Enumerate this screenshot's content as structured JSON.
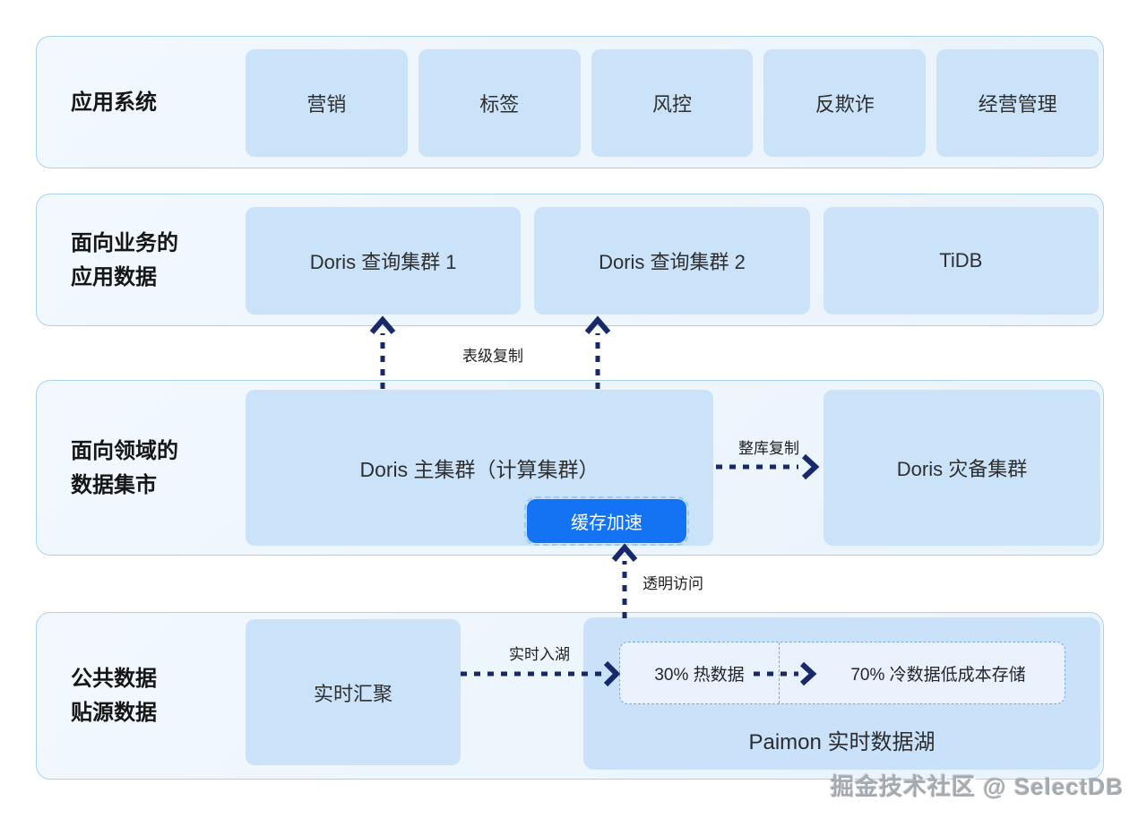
{
  "colors": {
    "accent_blue": "#1373f2",
    "arrow_navy": "#18296b",
    "box_fill": "#cbe3f9",
    "panel_bg": "#eef6fd",
    "panel_border": "#a9d2f1",
    "dashed_border": "#74a9de"
  },
  "rows": [
    {
      "label_lines": [
        "应用系统"
      ],
      "boxes": [
        "营销",
        "标签",
        "风控",
        "反欺诈",
        "经营管理"
      ]
    },
    {
      "label_lines": [
        "面向业务的",
        "应用数据"
      ],
      "boxes": [
        "Doris 查询集群 1",
        "Doris 查询集群 2",
        "TiDB"
      ]
    },
    {
      "label_lines": [
        "面向领域的",
        "数据集市"
      ],
      "main_box": "Doris 主集群（计算集群）",
      "cache_button": "缓存加速",
      "dr_box": "Doris 灾备集群"
    },
    {
      "label_lines": [
        "公共数据",
        "贴源数据"
      ],
      "ingest_box": "实时汇聚",
      "lake": {
        "title": "Paimon 实时数据湖",
        "hot": "30% 热数据",
        "cold": "70% 冷数据低成本存储"
      }
    }
  ],
  "arrow_labels": {
    "table_replication": "表级复制",
    "db_replication": "整库复制",
    "transparent_access": "透明访问",
    "realtime_lake": "实时入湖"
  },
  "watermark": {
    "text": "掘金技术社区 @ SelectDB"
  }
}
